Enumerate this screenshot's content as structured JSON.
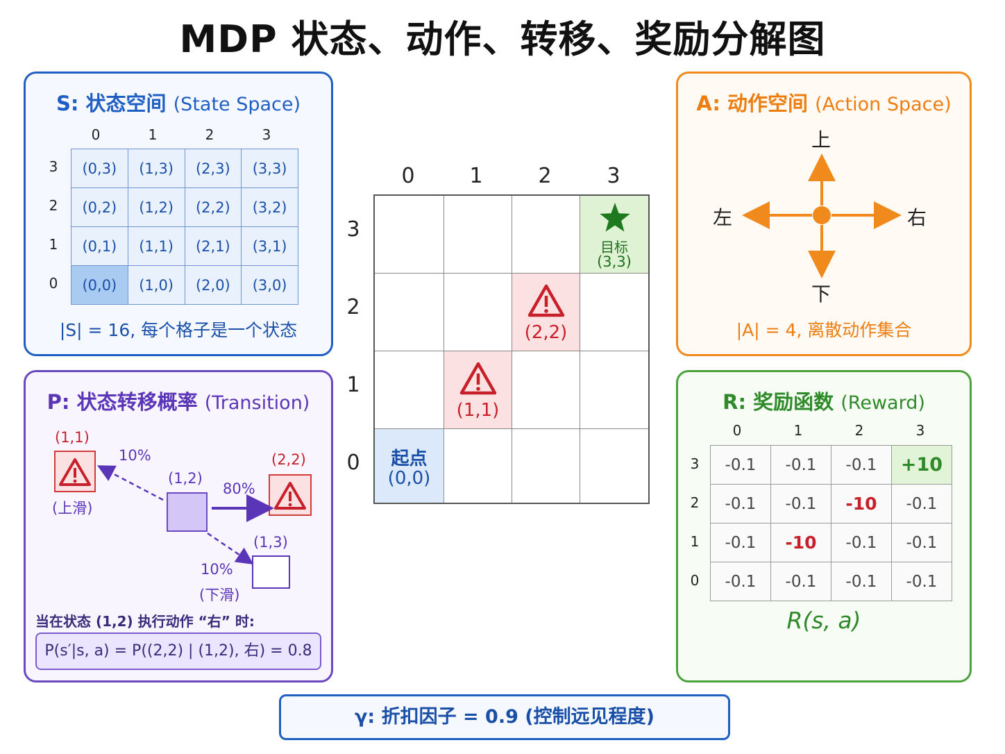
{
  "title": "MDP 状态、动作、转移、奖励分解图",
  "state_panel": {
    "title_label": "S: 状态空间",
    "title_en": "(State Space)",
    "col_labels": [
      "0",
      "1",
      "2",
      "3"
    ],
    "row_labels": [
      "3",
      "2",
      "1",
      "0"
    ],
    "rows": [
      [
        "(0,3)",
        "(1,3)",
        "(2,3)",
        "(3,3)"
      ],
      [
        "(0,2)",
        "(1,2)",
        "(2,2)",
        "(3,2)"
      ],
      [
        "(0,1)",
        "(1,1)",
        "(2,1)",
        "(3,1)"
      ],
      [
        "(0,0)",
        "(1,0)",
        "(2,0)",
        "(3,0)"
      ]
    ],
    "footer": "|S| = 16, 每个格子是一个状态"
  },
  "action_panel": {
    "title_label": "A: 动作空间",
    "title_en": "(Action Space)",
    "up": "上",
    "down": "下",
    "left": "左",
    "right": "右",
    "footer": "|A| = 4, 离散动作集合",
    "accent_color": "#f08a1c"
  },
  "transition_panel": {
    "title_label": "P: 状态转移概率",
    "title_en": "(Transition)",
    "current_state": "(1,2)",
    "slip_up_state": "(1,1)",
    "slip_up_prob": "10%",
    "slip_up_label": "(上滑)",
    "main_state": "(2,2)",
    "main_prob": "80%",
    "slip_down_state": "(1,3)",
    "slip_down_prob": "10%",
    "slip_down_label": "(下滑)",
    "condition": "当在状态 (1,2) 执行动作 “右” 时:",
    "formula": "P(s′|s, a) = P((2,2) | (1,2), 右) = 0.8"
  },
  "reward_panel": {
    "title_label": "R: 奖励函数",
    "title_en": "(Reward)",
    "col_labels": [
      "0",
      "1",
      "2",
      "3"
    ],
    "row_labels": [
      "3",
      "2",
      "1",
      "0"
    ],
    "rows": [
      [
        "-0.1",
        "-0.1",
        "-0.1",
        "+10"
      ],
      [
        "-0.1",
        "-0.1",
        "-10",
        "-0.1"
      ],
      [
        "-0.1",
        "-10",
        "-0.1",
        "-0.1"
      ],
      [
        "-0.1",
        "-0.1",
        "-0.1",
        "-0.1"
      ]
    ],
    "footer": "R(s, a)"
  },
  "grid_world": {
    "col_labels": [
      "0",
      "1",
      "2",
      "3"
    ],
    "row_labels": [
      "3",
      "2",
      "1",
      "0"
    ],
    "start_label": "起点",
    "start_coord": "(0,0)",
    "goal_label": "目标",
    "goal_coord": "(3,3)",
    "hazard_1": "(2,2)",
    "hazard_2": "(1,1)",
    "start_color": "#dbe9fa",
    "goal_color": "#dff3d4",
    "hazard_color": "#fbe1e1"
  },
  "gamma": "γ: 折扣因子 = 0.9 (控制远见程度)"
}
